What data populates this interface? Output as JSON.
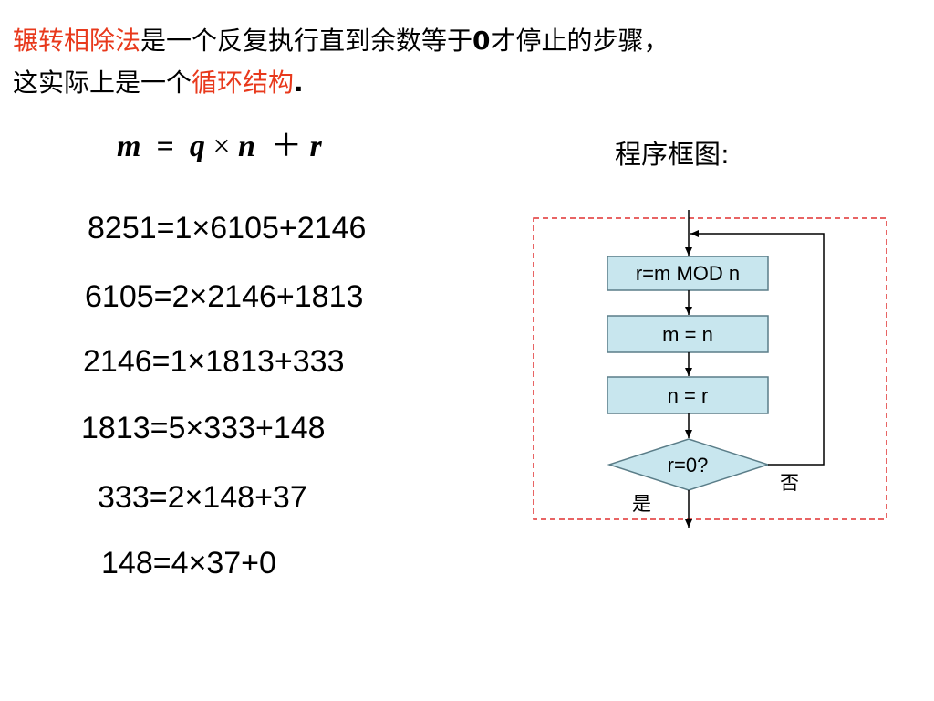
{
  "intro": {
    "line1_highlight": "辗转相除法",
    "line1_text": "是一个反复执行直到余数等于",
    "line1_bold": "0",
    "line1_tail": "才停止的步骤，",
    "line2_text": "这实际上是一个",
    "line2_highlight": "循环结构",
    "line2_tail": "."
  },
  "formula": {
    "m": "m",
    "eq": "=",
    "q": "q",
    "times": "×",
    "n": "n",
    "plus": "＋",
    "r": "r"
  },
  "flowchart_title": "程序框图:",
  "steps": [
    "8251=1×6105+2146",
    "6105=2×2146+1813",
    "2146=1×1813+333",
    "1813=5×333+148",
    "333=2×148+37",
    "148=4×37+0"
  ],
  "flowchart": {
    "box1": "r=m MOD n",
    "box2": "m = n",
    "box3": "n = r",
    "decision": "r=0?",
    "yes_label": "是",
    "no_label": "否",
    "colors": {
      "box_fill": "#c8e6ee",
      "box_stroke": "#5a7d88",
      "loop_border": "#e03030"
    }
  }
}
